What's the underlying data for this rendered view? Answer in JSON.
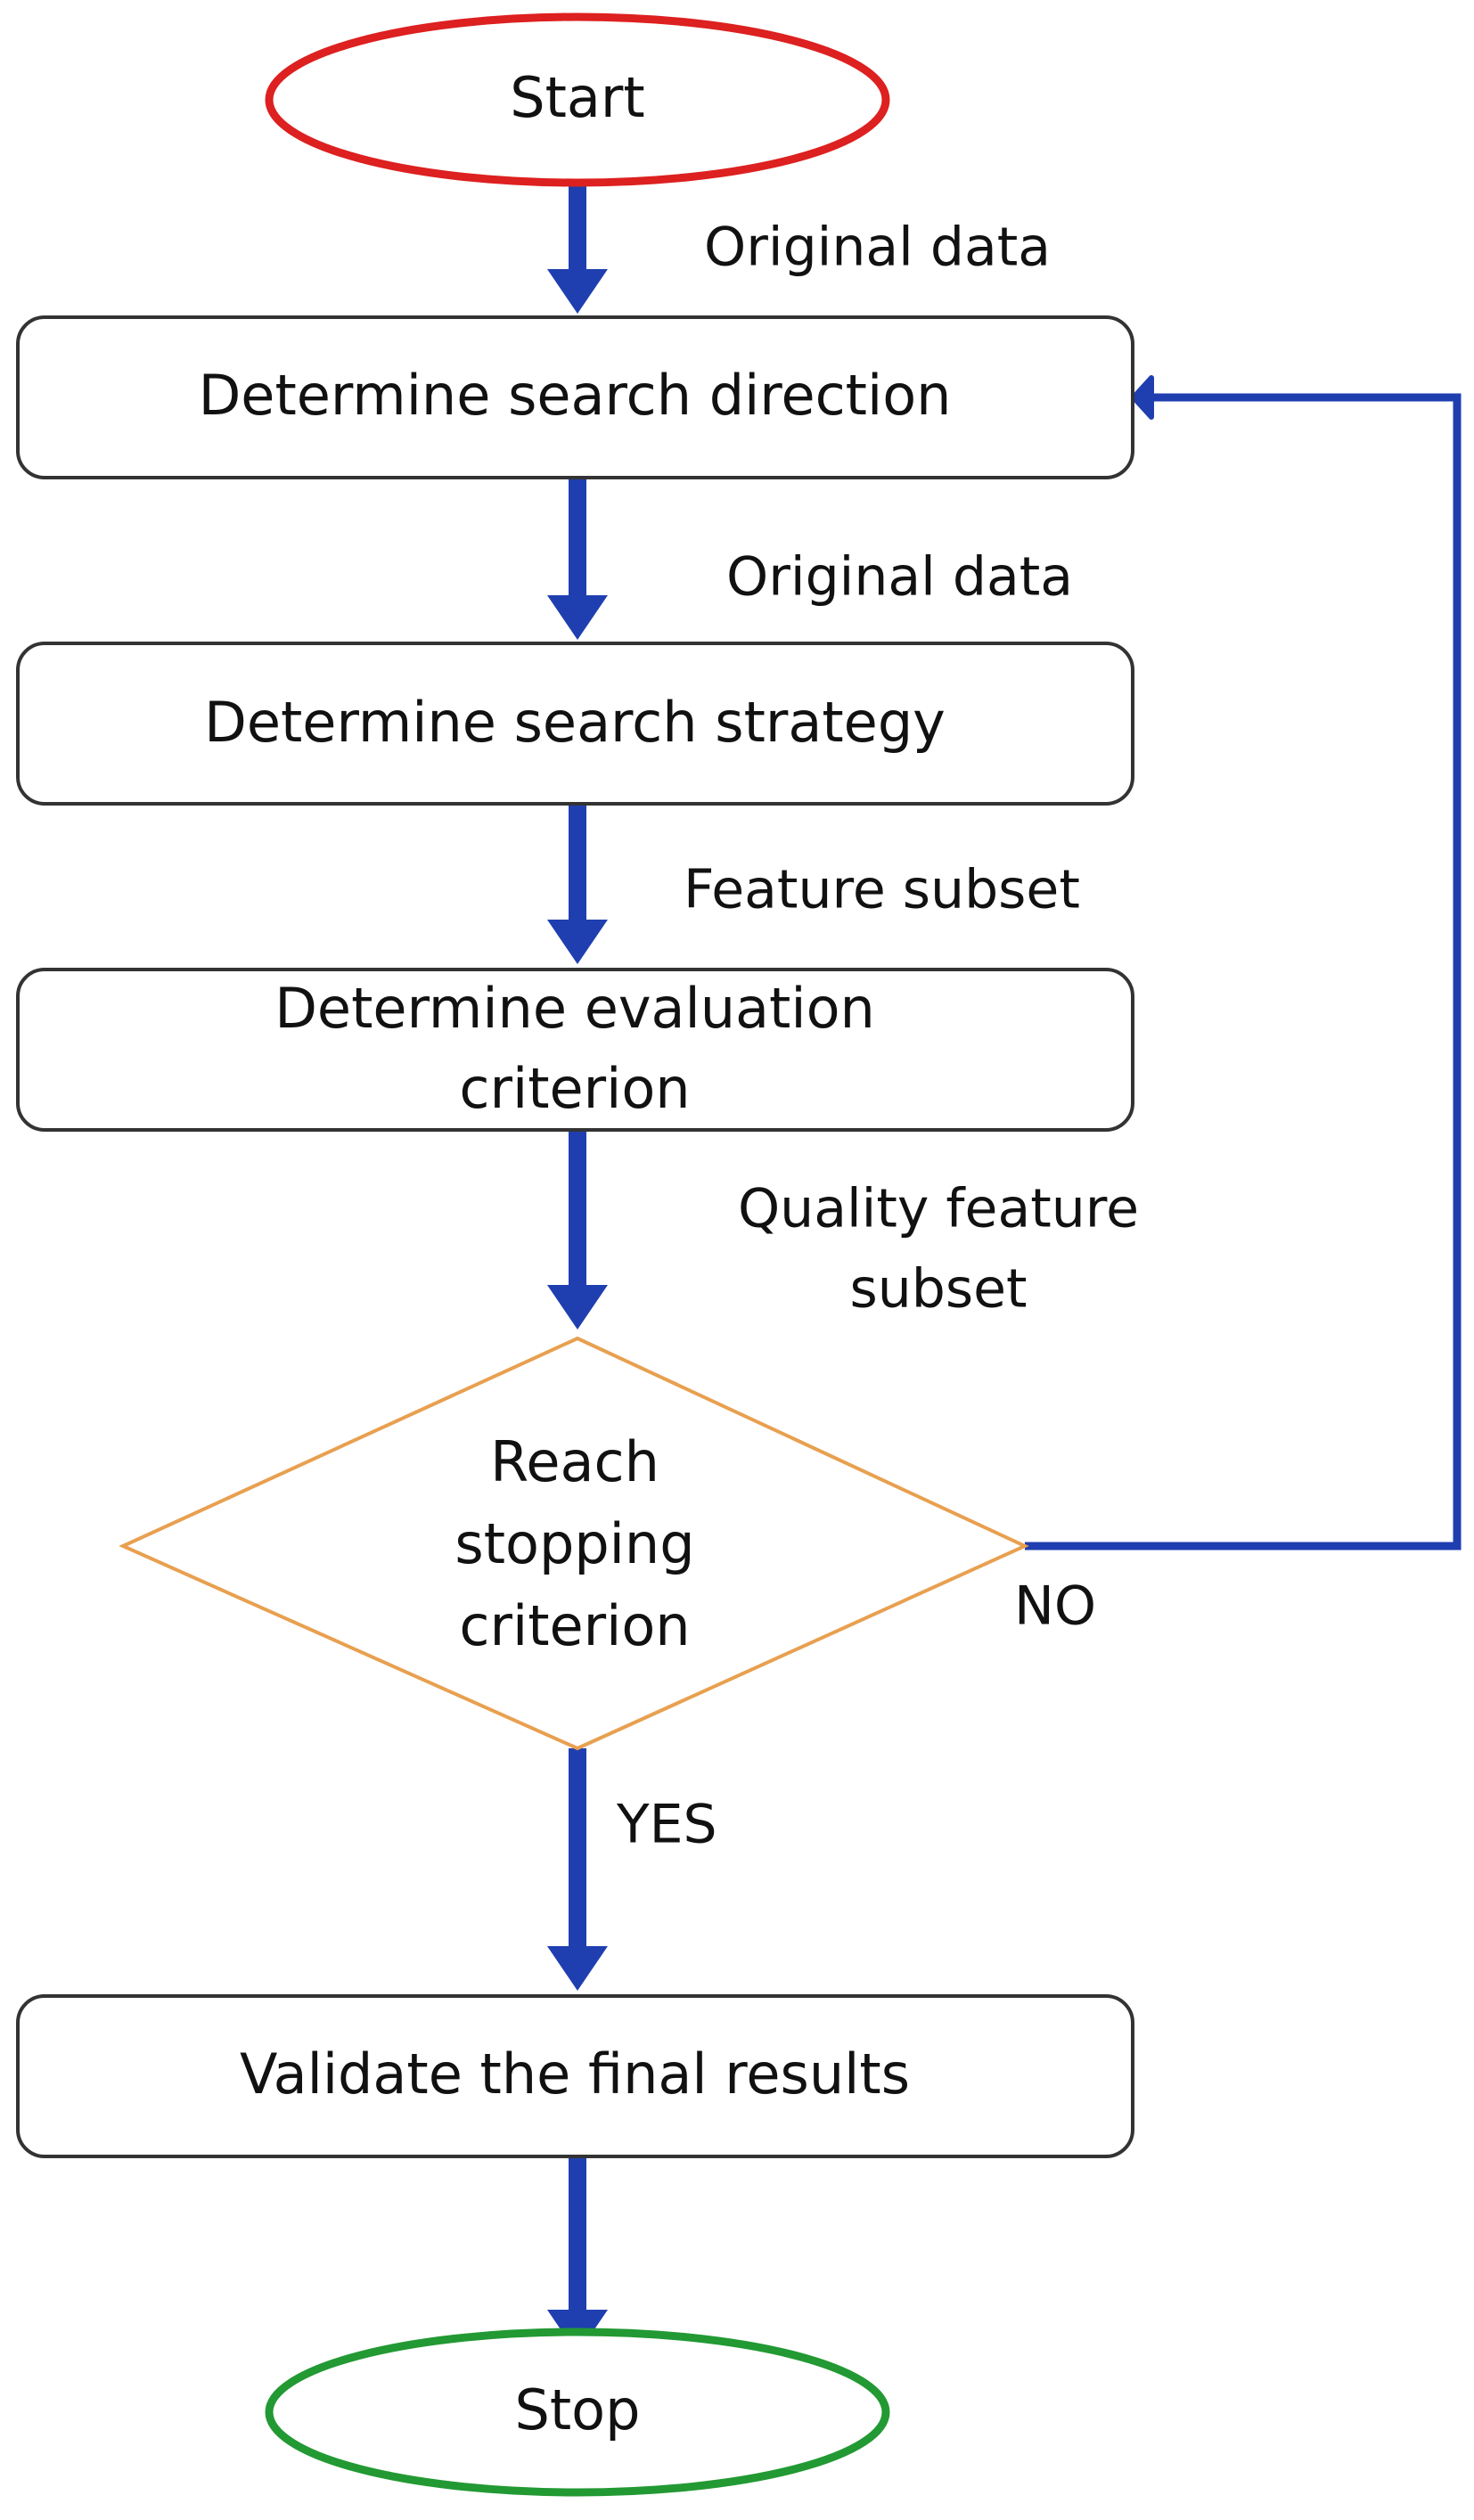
{
  "flowchart": {
    "start_label": "Start",
    "stop_label": "Stop",
    "steps": {
      "direction": "Determine search direction",
      "strategy": "Determine search strategy",
      "evaluation_line1": "Determine evaluation",
      "evaluation_line2": "criterion",
      "validate": "Validate the final results"
    },
    "decision": {
      "line1": "Reach",
      "line2": "stopping",
      "line3": "criterion",
      "yes_label": "YES",
      "no_label": "NO"
    },
    "edges": {
      "start_to_direction": "Original data",
      "direction_to_strategy": "Original data",
      "strategy_to_evaluation": "Feature subset",
      "evaluation_to_decision_line1": "Quality feature",
      "evaluation_to_decision_line2": "subset"
    },
    "colors": {
      "arrow": "#1f3fb0",
      "start_outline": "#dd2020",
      "stop_outline": "#229933",
      "decision_outline": "#e8a050",
      "box_outline": "#333333"
    }
  }
}
